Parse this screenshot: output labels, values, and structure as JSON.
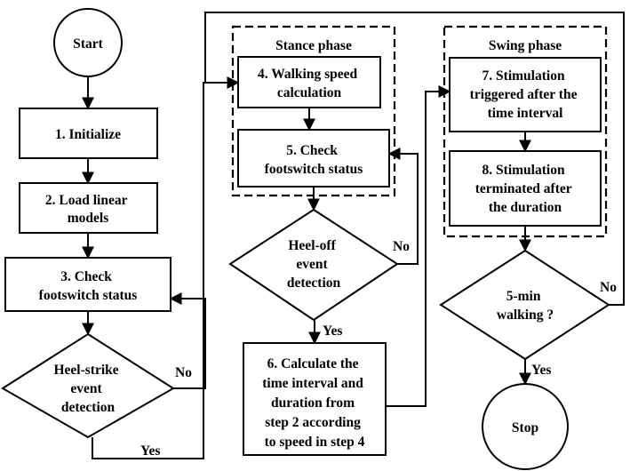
{
  "nodes": {
    "start": {
      "lines": [
        "Start"
      ]
    },
    "step1": {
      "lines": [
        "1. Initialize"
      ]
    },
    "step2": {
      "lines": [
        "2. Load linear",
        "models"
      ]
    },
    "step3": {
      "lines": [
        "3. Check",
        "footswitch status"
      ]
    },
    "heel_strike": {
      "lines": [
        "Heel-strike",
        "event",
        "detection"
      ]
    },
    "step4": {
      "lines": [
        "4. Walking speed",
        "calculation"
      ]
    },
    "step5": {
      "lines": [
        "5. Check",
        "footswitch status"
      ]
    },
    "heel_off": {
      "lines": [
        "Heel-off",
        "event",
        "detection"
      ]
    },
    "step6": {
      "lines": [
        "6. Calculate the",
        "time interval and",
        "duration from",
        "step 2 according",
        "to speed in step 4"
      ]
    },
    "step7": {
      "lines": [
        "7. Stimulation",
        "triggered after the",
        "time interval"
      ]
    },
    "step8": {
      "lines": [
        "8. Stimulation",
        "terminated after",
        "the duration"
      ]
    },
    "walking": {
      "lines": [
        "5-min",
        "walking ?"
      ]
    },
    "stop": {
      "lines": [
        "Stop"
      ]
    }
  },
  "groups": {
    "stance": {
      "title": "Stance phase"
    },
    "swing": {
      "title": "Swing phase"
    }
  },
  "edge_labels": {
    "heel_strike_no": "No",
    "heel_strike_yes": "Yes",
    "heel_off_no": "No",
    "heel_off_yes": "Yes",
    "walking_no": "No",
    "walking_yes": "Yes"
  }
}
